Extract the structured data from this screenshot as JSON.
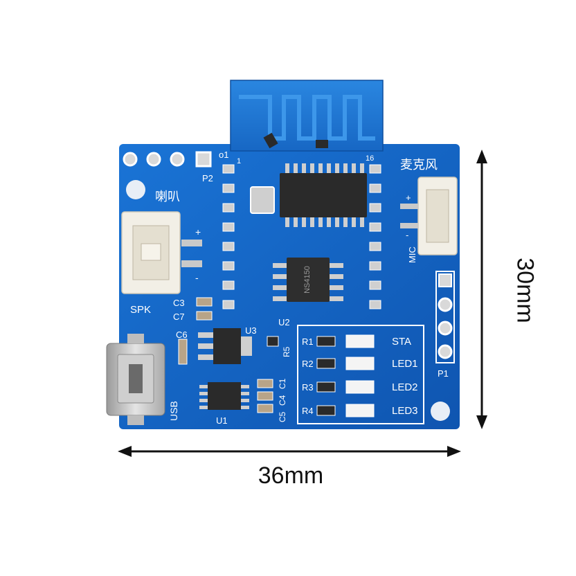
{
  "image": {
    "description": "Blue PCB audio module with ESP-style antenna board, speaker and mic connectors, micro USB port, and four status LEDs",
    "colors": {
      "pcb_blue": "#1565c8",
      "pcb_blue_dark": "#0d4fa6",
      "silkscreen": "#ffffff",
      "connector": "#f2efe6",
      "chip": "#2a2a2a",
      "background": "#ffffff"
    }
  },
  "dimensions": {
    "width_label": "36mm",
    "height_label": "30mm"
  },
  "silkscreen": {
    "speaker_cn": "喇叭",
    "speaker_en": "SPK",
    "mic_cn": "麦克风",
    "mic_en": "MIC",
    "usb": "USB",
    "p1": "P1",
    "p2": "P2",
    "u1": "U1",
    "u2": "U2",
    "u3": "U3",
    "pin_1": "1",
    "pin_16": "16",
    "o1": "o1",
    "caps_left": [
      "C3",
      "C7",
      "C6"
    ],
    "caps_mid": [
      "C5",
      "C4",
      "C1"
    ],
    "r5": "R5",
    "plus": "+",
    "minus": "-",
    "leds": [
      {
        "res": "R1",
        "label": "STA"
      },
      {
        "res": "R2",
        "label": "LED1"
      },
      {
        "res": "R3",
        "label": "LED2"
      },
      {
        "res": "R4",
        "label": "LED3"
      }
    ],
    "chip_u2_marking": "NS4150"
  }
}
